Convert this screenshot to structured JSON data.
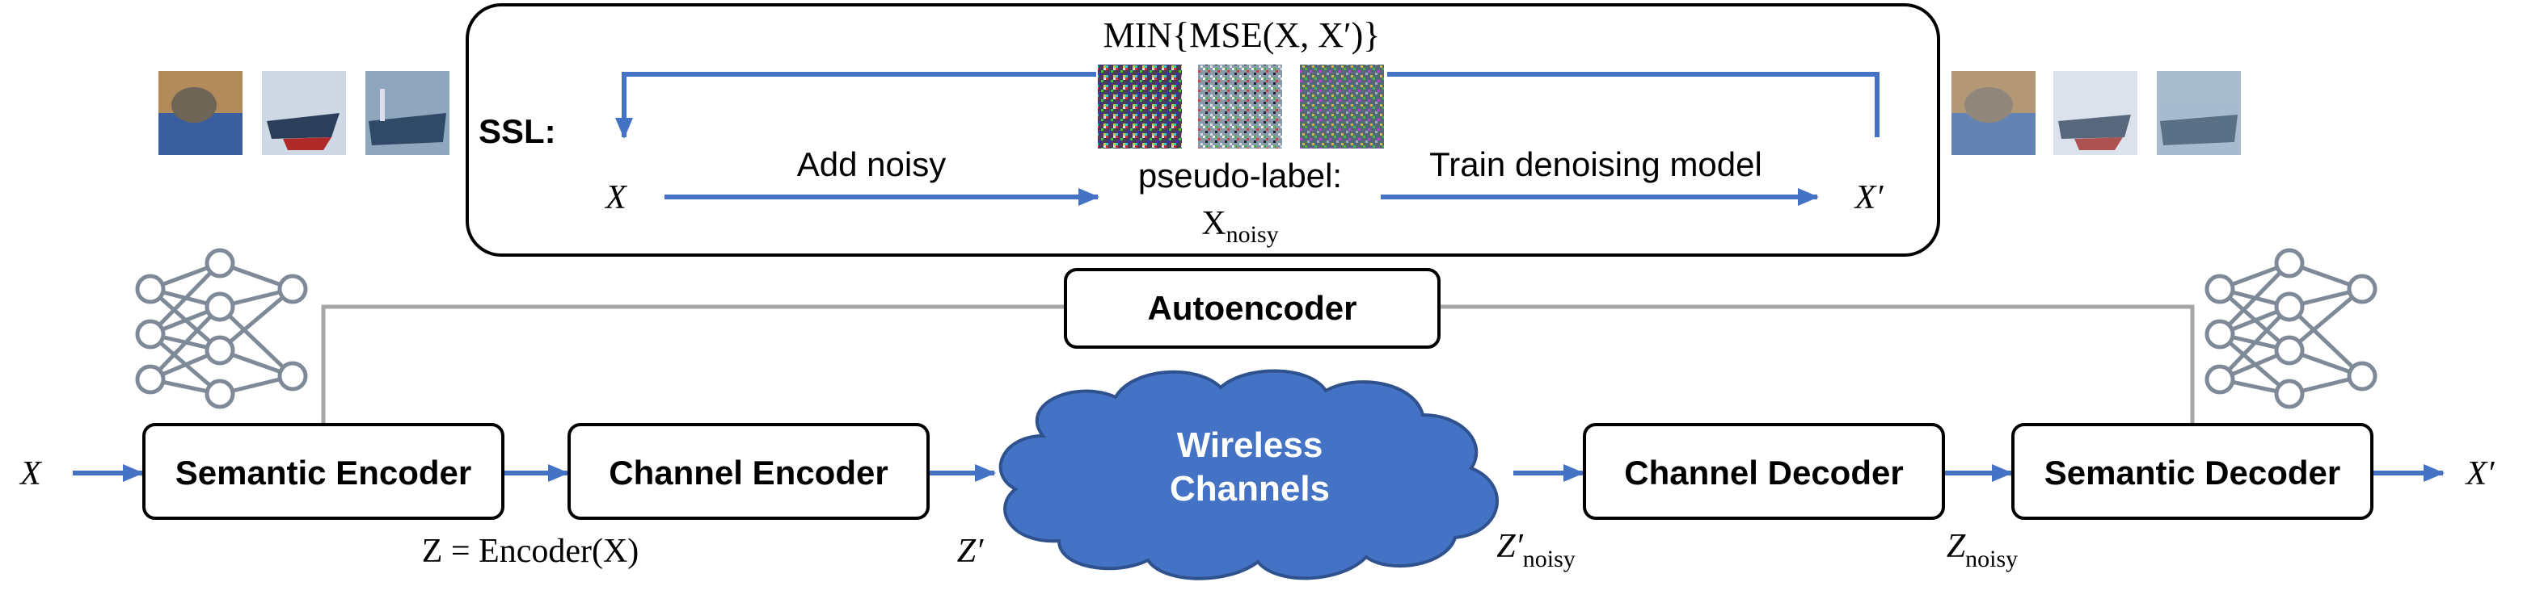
{
  "ssl": {
    "label": "SSL:",
    "objective": "MIN{MSE(X, X′)}",
    "input_symbol": "X",
    "output_symbol": "X′",
    "add_noise_label": "Add noisy",
    "pseudo_label_line1": "pseudo-label:",
    "pseudo_label_base": "X",
    "pseudo_label_sub": "noisy",
    "train_label": "Train denoising model"
  },
  "autoencoder": {
    "label": "Autoencoder"
  },
  "pipeline": {
    "input_symbol": "X",
    "output_symbol": "X′",
    "blocks": {
      "semantic_encoder": "Semantic Encoder",
      "channel_encoder": "Channel Encoder",
      "wireless_line1": "Wireless",
      "wireless_line2": "Channels",
      "channel_decoder": "Channel Decoder",
      "semantic_decoder": "Semantic Decoder"
    },
    "annotations": {
      "z_encoder": "Z = Encoder(X)",
      "z_prime": "Z′",
      "z_prime_noisy_base": "Z′",
      "z_prime_noisy_sub": "noisy",
      "z_noisy_base": "Z",
      "z_noisy_sub": "noisy"
    }
  },
  "colors": {
    "arrow_blue": "#4472C4",
    "cloud_fill": "#4472C4",
    "cloud_text": "#ffffff",
    "connector_gray": "#A6A6A6",
    "network_gray": "#7F8A99",
    "box_stroke": "#000000"
  },
  "icons": {
    "left_network": "neural-network-icon",
    "right_network": "neural-network-icon",
    "cloud": "cloud-shape"
  }
}
